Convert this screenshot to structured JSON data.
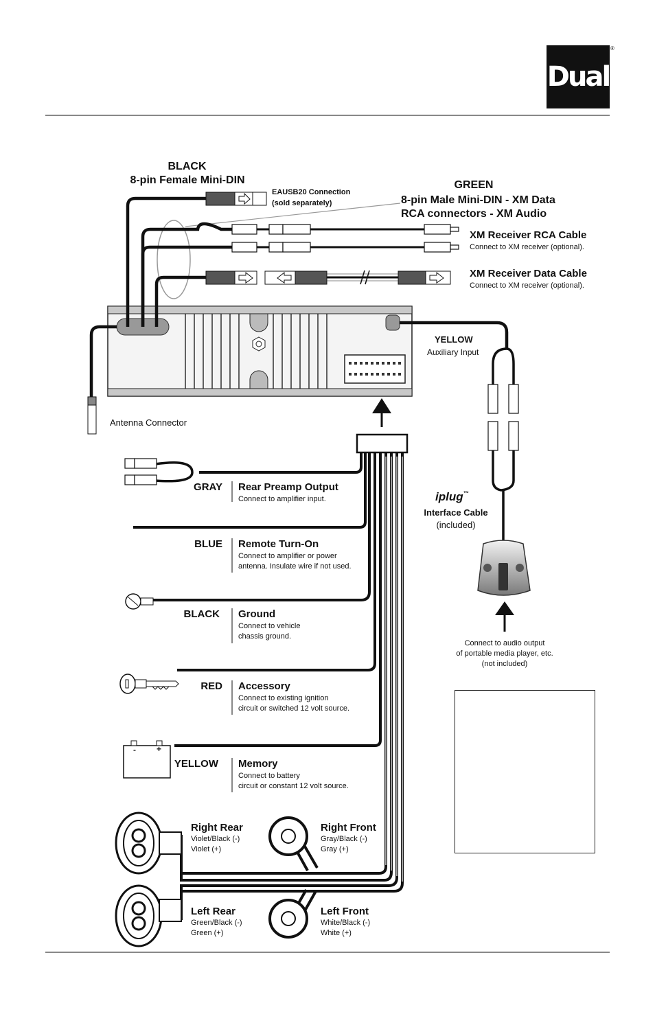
{
  "brand": {
    "logo_text": "Dual",
    "registered_mark": "®"
  },
  "connectors_top": {
    "black_title": "BLACK",
    "black_subtitle": "8-pin Female Mini-DIN",
    "eausb_line1": "EAUSB20 Connection",
    "eausb_line2": "(sold separately)",
    "green_title": "GREEN",
    "green_line1": "8-pin Male Mini-DIN - XM Data",
    "green_line2": "RCA connectors - XM Audio",
    "xm_rca_title": "XM Receiver RCA Cable",
    "xm_rca_desc": "Connect to XM receiver (optional).",
    "xm_data_title": "XM Receiver Data Cable",
    "xm_data_desc": "Connect to XM receiver (optional)."
  },
  "unit": {
    "yellow_title": "YELLOW",
    "yellow_desc": "Auxiliary Input",
    "antenna_label": "Antenna Connector"
  },
  "iplug": {
    "logo": "iplug",
    "tm": "™",
    "line1": "Interface Cable",
    "line2": "(included)",
    "connect_line1": "Connect to audio output",
    "connect_line2": "of portable media player, etc.",
    "connect_line3": "(not included)"
  },
  "wires": [
    {
      "color": "GRAY",
      "title": "Rear Preamp Output",
      "desc1": "Connect to amplifier input.",
      "desc2": ""
    },
    {
      "color": "BLUE",
      "title": "Remote Turn-On",
      "desc1": "Connect to amplifier or power",
      "desc2": "antenna. Insulate wire if not used."
    },
    {
      "color": "BLACK",
      "title": "Ground",
      "desc1": "Connect to vehicle",
      "desc2": "chassis ground."
    },
    {
      "color": "RED",
      "title": "Accessory",
      "desc1": "Connect to existing ignition",
      "desc2": "circuit or switched 12 volt source."
    },
    {
      "color": "YELLOW",
      "title": "Memory",
      "desc1": "Connect to battery",
      "desc2": "circuit or constant 12 volt source."
    }
  ],
  "battery": {
    "minus": "-",
    "plus": "+"
  },
  "speakers": [
    {
      "title": "Right Rear",
      "neg": "Violet/Black (-)",
      "pos": "Violet (+)"
    },
    {
      "title": "Right Front",
      "neg": "Gray/Black (-)",
      "pos": "Gray (+)"
    },
    {
      "title": "Left Rear",
      "neg": "Green/Black (-)",
      "pos": "Green (+)"
    },
    {
      "title": "Left Front",
      "neg": "White/Black (-)",
      "pos": "White (+)"
    }
  ]
}
